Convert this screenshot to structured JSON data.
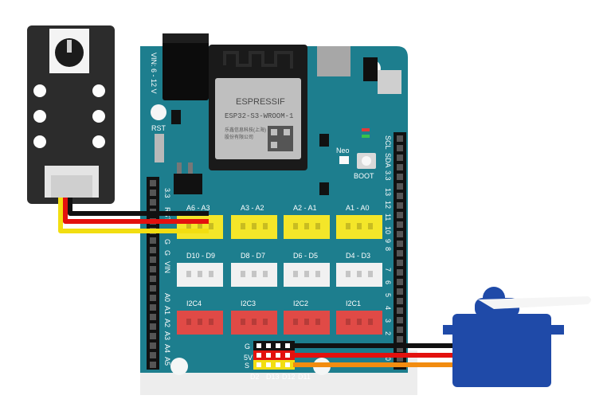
{
  "module": {
    "chip_brand": "ESPRESSIF",
    "chip_model": "ESP32-S3-WROOM-1",
    "chip_text_lines": [
      "乐鑫信息科技(上海)",
      "股份有限公司"
    ]
  },
  "board": {
    "vin_label": "VIN: 6 - 12 V",
    "rst_label": "RST",
    "neo_label": "Neo",
    "boot_label": "BOOT",
    "left_header_top": [
      "3.3",
      "RST"
    ],
    "left_header_mid": [
      "G",
      "G",
      "VIN"
    ],
    "left_header_bottom": [
      "A0",
      "A1",
      "A2",
      "A3",
      "A4",
      "A5"
    ],
    "right_header_top": [
      "SCL",
      "SDA",
      "3.3",
      "13",
      "12",
      "11",
      "10",
      "9",
      "8"
    ],
    "right_header_bottom": [
      "7",
      "6",
      "5",
      "4",
      "3",
      "2",
      "1",
      "0"
    ],
    "analog_ports": [
      "A6 - A3",
      "A3 - A2",
      "A2 - A1",
      "A1 - A0"
    ],
    "digital_ports": [
      "D10 - D9",
      "D8 - D7",
      "D6 - D5",
      "D4 - D3"
    ],
    "i2c_ports": [
      "I2C4",
      "I2C3",
      "I2C2",
      "I2C1"
    ],
    "servo_header_labels": [
      "G",
      "5V",
      "S"
    ],
    "servo_pin_labels": [
      "D2",
      "D13",
      "D12",
      "D11"
    ]
  },
  "colors": {
    "board": "#1d7e8e",
    "analog_port": "#f4e629",
    "digital_port": "#f1f1f1",
    "i2c_port": "#e04a46",
    "servo": "#1f4aa8",
    "wire_black": "#111111",
    "wire_red": "#e3110e",
    "wire_yellow": "#f2de11",
    "wire_orange": "#f28c10"
  }
}
